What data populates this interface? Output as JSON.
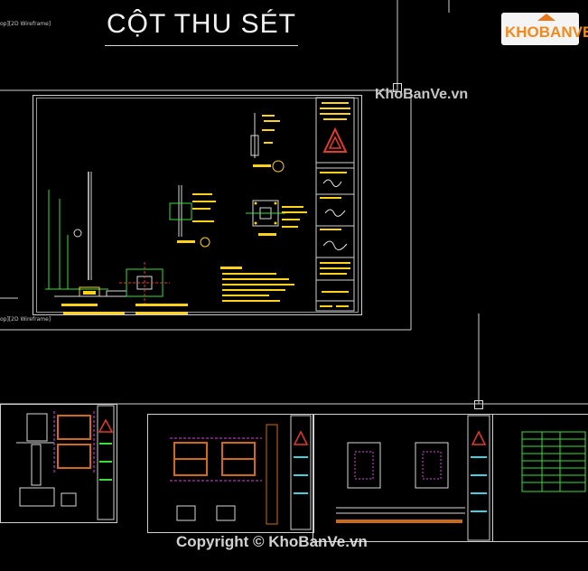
{
  "viewport": {
    "top_label": "op][2D Wireframe]",
    "left_label": "op][2D Wireframe]"
  },
  "drawing": {
    "title": "CỘT THU SÉT"
  },
  "watermarks": {
    "logo_text": "KHOBANVE",
    "site_top": "KhoBanVe.vn",
    "copyright": "Copyright © KhoBanVe.vn"
  },
  "colors": {
    "background": "#000000",
    "line_white": "#d9d9d9",
    "cad_green": "#3ddc3d",
    "cad_yellow": "#ffd21a",
    "cad_magenta": "#e040e0",
    "cad_red": "#e43a2a",
    "cad_cyan": "#40d0e0",
    "logo_orange": "#f08a1e"
  }
}
